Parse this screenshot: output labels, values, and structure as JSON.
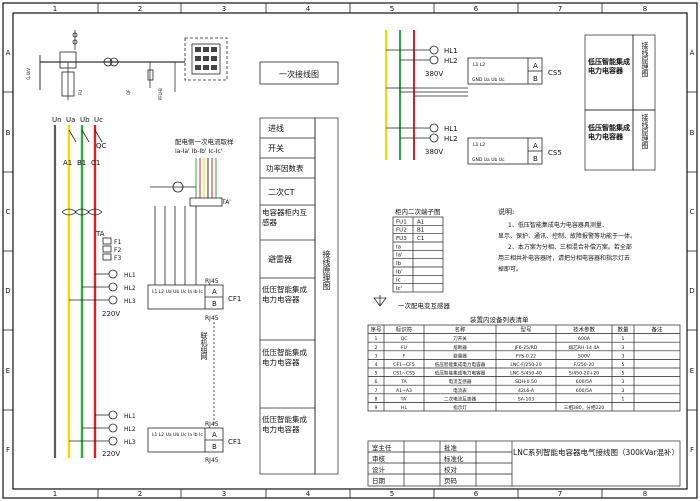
{
  "border": {
    "columns": [
      "1",
      "2",
      "3",
      "4",
      "5",
      "6",
      "7",
      "8"
    ],
    "rows": [
      "A",
      "B",
      "C",
      "D",
      "E",
      "F"
    ]
  },
  "left_circuit": {
    "bus_labels": [
      "Ua",
      "Ub",
      "Uc"
    ],
    "pole_labels": [
      "Un",
      "Ua",
      "Ub",
      "Uc"
    ],
    "phase_labels": [
      "A1",
      "B1",
      "C1"
    ],
    "qc_label": "QC",
    "ta_label": "TA",
    "ta_prime_label": "TA'",
    "fuse_labels": [
      "F1",
      "F2",
      "F3"
    ],
    "lamp_labels": [
      "HL1",
      "HL2",
      "HL3"
    ],
    "voltage": "220V",
    "rj45": "RJ45",
    "cf1": "CF1",
    "terminals_row": [
      "L1",
      "L2",
      "Ua",
      "Ub",
      "Uc",
      "Ia",
      "Ib",
      "Ic"
    ],
    "ab": [
      "A",
      "B"
    ],
    "sampling_title": "配电侧一次电流取样",
    "sampling_sub": "Ia-Ia'  Ib-Ib'  Ic-Ic'",
    "network_label": "联机组网",
    "small_labels": [
      "Q.4kV",
      "FU",
      "QF",
      "PFU-B"
    ]
  },
  "center_panel": {
    "top_label": "一次接线图",
    "rows": [
      "进线",
      "开关",
      "功率因数表",
      "二次CT",
      "电容器柜内互感器",
      "避雷器",
      "低压智能集成电力电容器",
      "低压智能集成电力电容器",
      "低压智能集成电力电容器"
    ],
    "side_label": "接线原理图"
  },
  "right_schematic": {
    "lamps": [
      "HL1",
      "HL2"
    ],
    "voltage": "380V",
    "terminals": [
      "GND",
      "Ua",
      "Ub",
      "Uc"
    ],
    "cs_label": "CS5",
    "ab": [
      "A",
      "B"
    ],
    "block_small": [
      "L1",
      "L2"
    ],
    "capacitor_box": "低压智能集成电力电容器",
    "side_label": "接线原理图"
  },
  "terminal_table": {
    "title": "柜内二次端子图",
    "rows": [
      [
        "FU1",
        "A1"
      ],
      [
        "FU2",
        "B1"
      ],
      [
        "FU3",
        "C1"
      ],
      [
        "Ia",
        ""
      ],
      [
        "Ia'",
        ""
      ],
      [
        "Ib",
        ""
      ],
      [
        "Ib'",
        ""
      ],
      [
        "Ic",
        ""
      ],
      [
        "Ic'",
        ""
      ]
    ],
    "ct_caption": "一次配电变互感器"
  },
  "notes": {
    "title": "说明:",
    "lines": [
      "1、低压智能集成电力电容器具测量、",
      "显示、保护、通讯、控制、故障报警等功能于一体。",
      "2、本方案为分相、三相混合补偿方案。若全部",
      "用三相共补电容器时，请把分相电容器和指示灯去",
      "掉即可。"
    ]
  },
  "equipment_table": {
    "title": "装置内设备列表清单",
    "headers": [
      "序号",
      "标识符",
      "名称",
      "型号",
      "技术参数",
      "数量",
      "备注"
    ],
    "rows": [
      [
        "1",
        "QC",
        "刀开关",
        "",
        "600A",
        "1",
        ""
      ],
      [
        "2",
        "FU",
        "熔断器",
        "JF6-25/RD",
        "熔芯RH-14 4A",
        "3",
        ""
      ],
      [
        "3",
        "F",
        "避雷器",
        "FYS-0.22",
        "500V",
        "3",
        ""
      ],
      [
        "4",
        "CF1~CF5",
        "低压智能集成电力电容器",
        "LNC-F/250-20",
        "F/250-20",
        "5",
        ""
      ],
      [
        "5",
        "CS1~CS5",
        "低压智能集成电力电容器",
        "LNC-S/450-40",
        "S/450-20+20",
        "5",
        ""
      ],
      [
        "6",
        "TA",
        "电流互感器",
        "SDH-0.50",
        "600/5A",
        "3",
        ""
      ],
      [
        "7",
        "A1~A3",
        "电流表",
        "42L6-A",
        "600/5A",
        "3",
        ""
      ],
      [
        "8",
        "TA'",
        "二次电流互感器",
        "SA-103",
        "",
        "1",
        ""
      ],
      [
        "9",
        "HL",
        "指示灯",
        "",
        "三相380，分相220",
        "",
        ""
      ]
    ]
  },
  "title_block": {
    "left_rows": [
      [
        "室主任",
        "",
        "批准",
        ""
      ],
      [
        "审核",
        "",
        "标准化",
        ""
      ],
      [
        "设计",
        "",
        "校对",
        ""
      ],
      [
        "日期",
        "",
        "页码",
        ""
      ]
    ],
    "drawing_title": "LNC系列智能电容器电气接线图（300kVar混补）"
  },
  "colors": {
    "phase_a": "#f5d800",
    "phase_b": "#2fa83a",
    "phase_c": "#e02020",
    "neutral": "#5a5a5a",
    "wire_dark": "#333333"
  }
}
